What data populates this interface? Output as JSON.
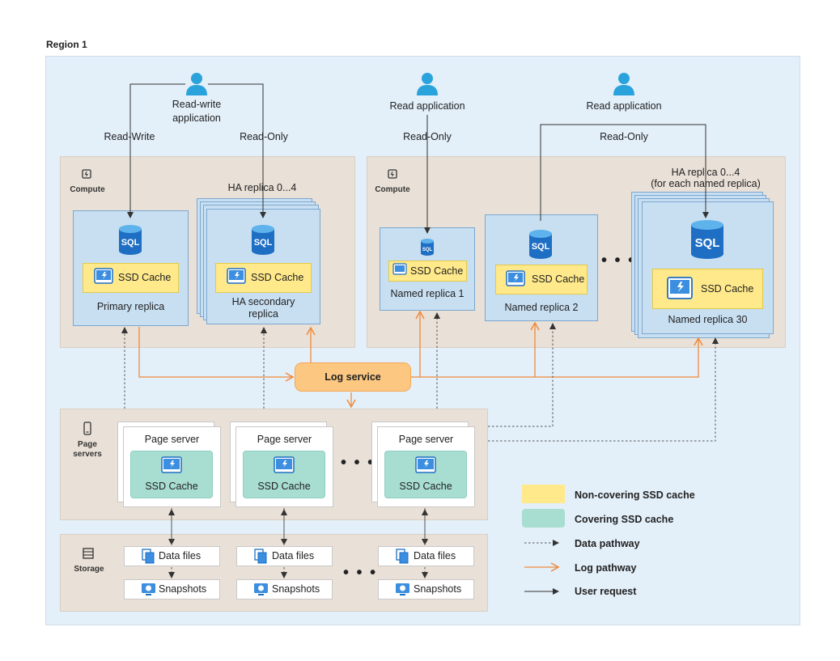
{
  "region": {
    "title": "Region 1"
  },
  "users": {
    "rw_app": "Read-write\napplication",
    "read_app_1": "Read application",
    "read_app_2": "Read application",
    "read_write": "Read-Write",
    "read_only_1": "Read-Only",
    "read_only_2": "Read-Only",
    "read_only_3": "Read-Only"
  },
  "compute": {
    "label": "Compute",
    "primary": {
      "db_icon_text": "SQL",
      "cache": "SSD Cache",
      "label": "Primary replica"
    },
    "ha": {
      "header": "HA replica 0...4",
      "db_icon_text": "SQL",
      "cache": "SSD Cache",
      "label": "HA secondary\nreplica"
    },
    "named1": {
      "db_icon_text": "SQL",
      "cache": "SSD Cache",
      "label": "Named replica 1"
    },
    "named2": {
      "db_icon_text": "SQL",
      "cache": "SSD Cache",
      "label": "Named replica 2"
    },
    "named30": {
      "header": "HA replica 0...4\n(for each named replica)",
      "db_icon_text": "SQL",
      "cache": "SSD Cache",
      "label": "Named replica 30"
    },
    "ellipsis": "• • •"
  },
  "log_service": {
    "label": "Log service"
  },
  "page_servers": {
    "label": "Page\nservers",
    "items": [
      {
        "title": "Page server",
        "cache": "SSD Cache"
      },
      {
        "title": "Page server",
        "cache": "SSD Cache"
      },
      {
        "title": "Page server",
        "cache": "SSD Cache"
      }
    ],
    "ellipsis": "• • •"
  },
  "storage": {
    "label": "Storage",
    "data_files": [
      "Data files",
      "Data files",
      "Data files"
    ],
    "snapshots": [
      "Snapshots",
      "Snapshots",
      "Snapshots"
    ],
    "ellipsis": "• • •"
  },
  "legend": {
    "non_covering": "Non-covering SSD cache",
    "covering": "Covering SSD cache",
    "data_pathway": "Data pathway",
    "log_pathway": "Log pathway",
    "user_request": "User request"
  },
  "colors": {
    "region_bg": "#e3eff9",
    "panel_bg": "#e9e0d7",
    "replica_bg": "#c8dff2",
    "non_covering_cache": "#ffe98a",
    "covering_cache": "#a8ddd2",
    "log_service": "#fcc881",
    "log_arrow": "#f08a3c",
    "user_icon": "#2aa3dd",
    "sql_icon": "#1e6fc4"
  }
}
